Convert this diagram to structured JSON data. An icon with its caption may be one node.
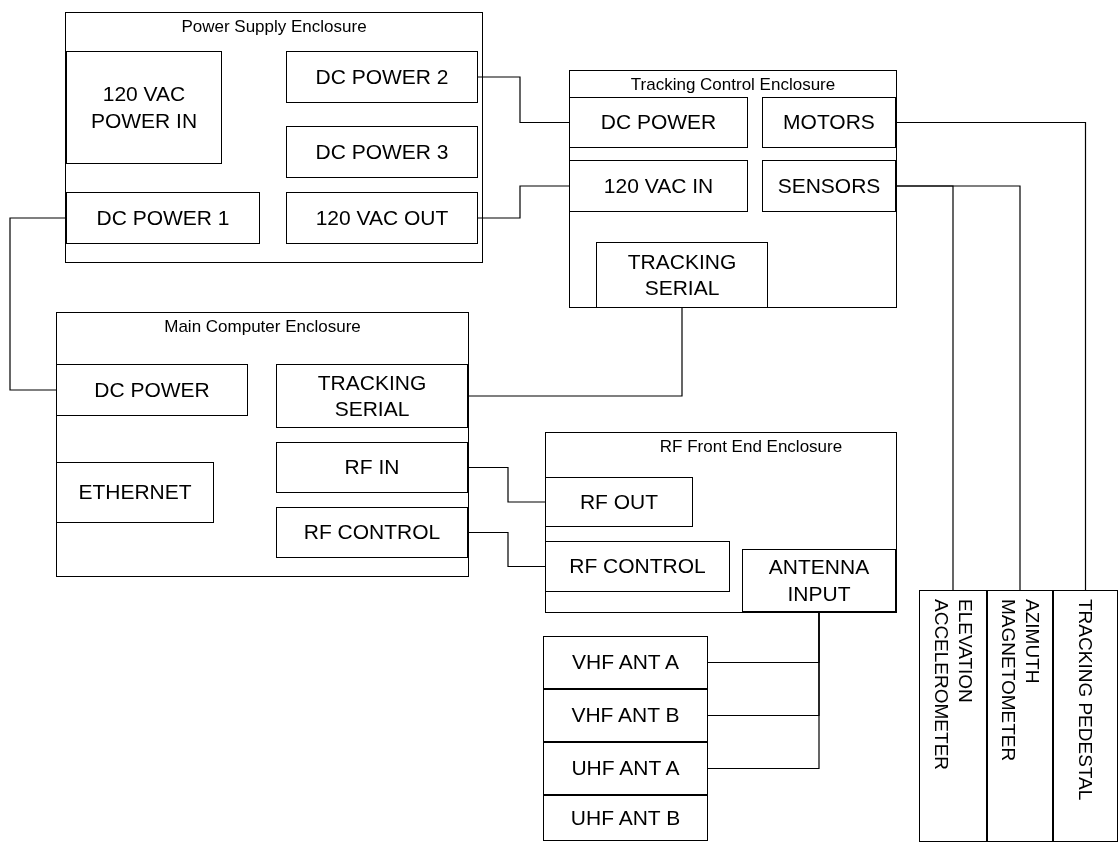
{
  "diagram": {
    "nodes": [
      {
        "text": [
          "Power Supply Enclosure"
        ]
      },
      {
        "text": [
          "120 VAC POWER IN"
        ],
        "in": 0
      },
      {
        "text": [
          "DC POWER 2"
        ],
        "in": 0
      },
      {
        "text": [
          "DC POWER 3"
        ],
        "in": 0
      },
      {
        "text": [
          "DC POWER 1"
        ],
        "in": 0
      },
      {
        "text": [
          "120 VAC OUT"
        ],
        "in": 0
      },
      {
        "text": [
          "Tracking Control Enclosure"
        ]
      },
      {
        "text": [
          "DC POWER"
        ],
        "in": 6
      },
      {
        "text": [
          "MOTORS"
        ],
        "in": 6
      },
      {
        "text": [
          "120 VAC IN"
        ],
        "in": 6
      },
      {
        "text": [
          "SENSORS"
        ],
        "in": 6
      },
      {
        "text": [
          "TRACKING SERIAL"
        ],
        "in": 6
      },
      {
        "text": [
          "Main Computer Enclosure"
        ]
      },
      {
        "text": [
          "DC POWER"
        ],
        "in": 12
      },
      {
        "text": [
          "TRACKING SERIAL"
        ],
        "in": 12
      },
      {
        "text": [
          "ETHERNET"
        ],
        "in": 12
      },
      {
        "text": [
          "RF IN"
        ],
        "in": 12
      },
      {
        "text": [
          "RF CONTROL"
        ],
        "in": 12
      },
      {
        "text": [
          "RF Front End Enclosure"
        ]
      },
      {
        "text": [
          "RF OUT"
        ],
        "in": 18
      },
      {
        "text": [
          "RF CONTROL"
        ],
        "in": 18
      },
      {
        "text": [
          "ANTENNA INPUT"
        ],
        "in": 18
      },
      {
        "text": [
          "VHF ANT A"
        ]
      },
      {
        "text": [
          "VHF ANT B"
        ]
      },
      {
        "text": [
          "UHF ANT A"
        ]
      },
      {
        "text": [
          "UHF ANT B"
        ]
      },
      {
        "text": [
          "ELEVATION ACCELEROMETER"
        ]
      },
      {
        "text": [
          "AZIMUTH MAGNETOMETER"
        ]
      },
      {
        "text": [
          "TRACKING PEDESTAL"
        ]
      }
    ],
    "edges": [
      {
        "from": 2,
        "to": 7,
        "arrow": "none"
      },
      {
        "from": 5,
        "to": 9,
        "arrow": "none"
      },
      {
        "from": 4,
        "to": 13,
        "arrow": "none"
      },
      {
        "from": 11,
        "to": 14,
        "arrow": "none"
      },
      {
        "from": 16,
        "to": 19,
        "arrow": "none"
      },
      {
        "from": 17,
        "to": 20,
        "arrow": "none"
      },
      {
        "from": 21,
        "to": 22,
        "arrow": "none"
      },
      {
        "from": 21,
        "to": 23,
        "arrow": "none"
      },
      {
        "from": 21,
        "to": 24,
        "arrow": "none"
      },
      {
        "from": 8,
        "to": 28,
        "arrow": "none"
      },
      {
        "from": 10,
        "to": 26,
        "arrow": "none"
      },
      {
        "from": 10,
        "to": 27,
        "arrow": "none"
      }
    ]
  }
}
